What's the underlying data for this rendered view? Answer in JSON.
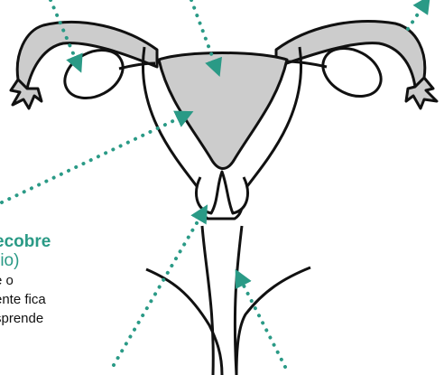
{
  "caption": {
    "title": "ecobre",
    "subtitle": "rio)",
    "lines": [
      "e o",
      "ente fica",
      "sprende"
    ]
  },
  "colors": {
    "outline": "#111111",
    "fill": "#cccccc",
    "accent": "#2a9a86"
  }
}
